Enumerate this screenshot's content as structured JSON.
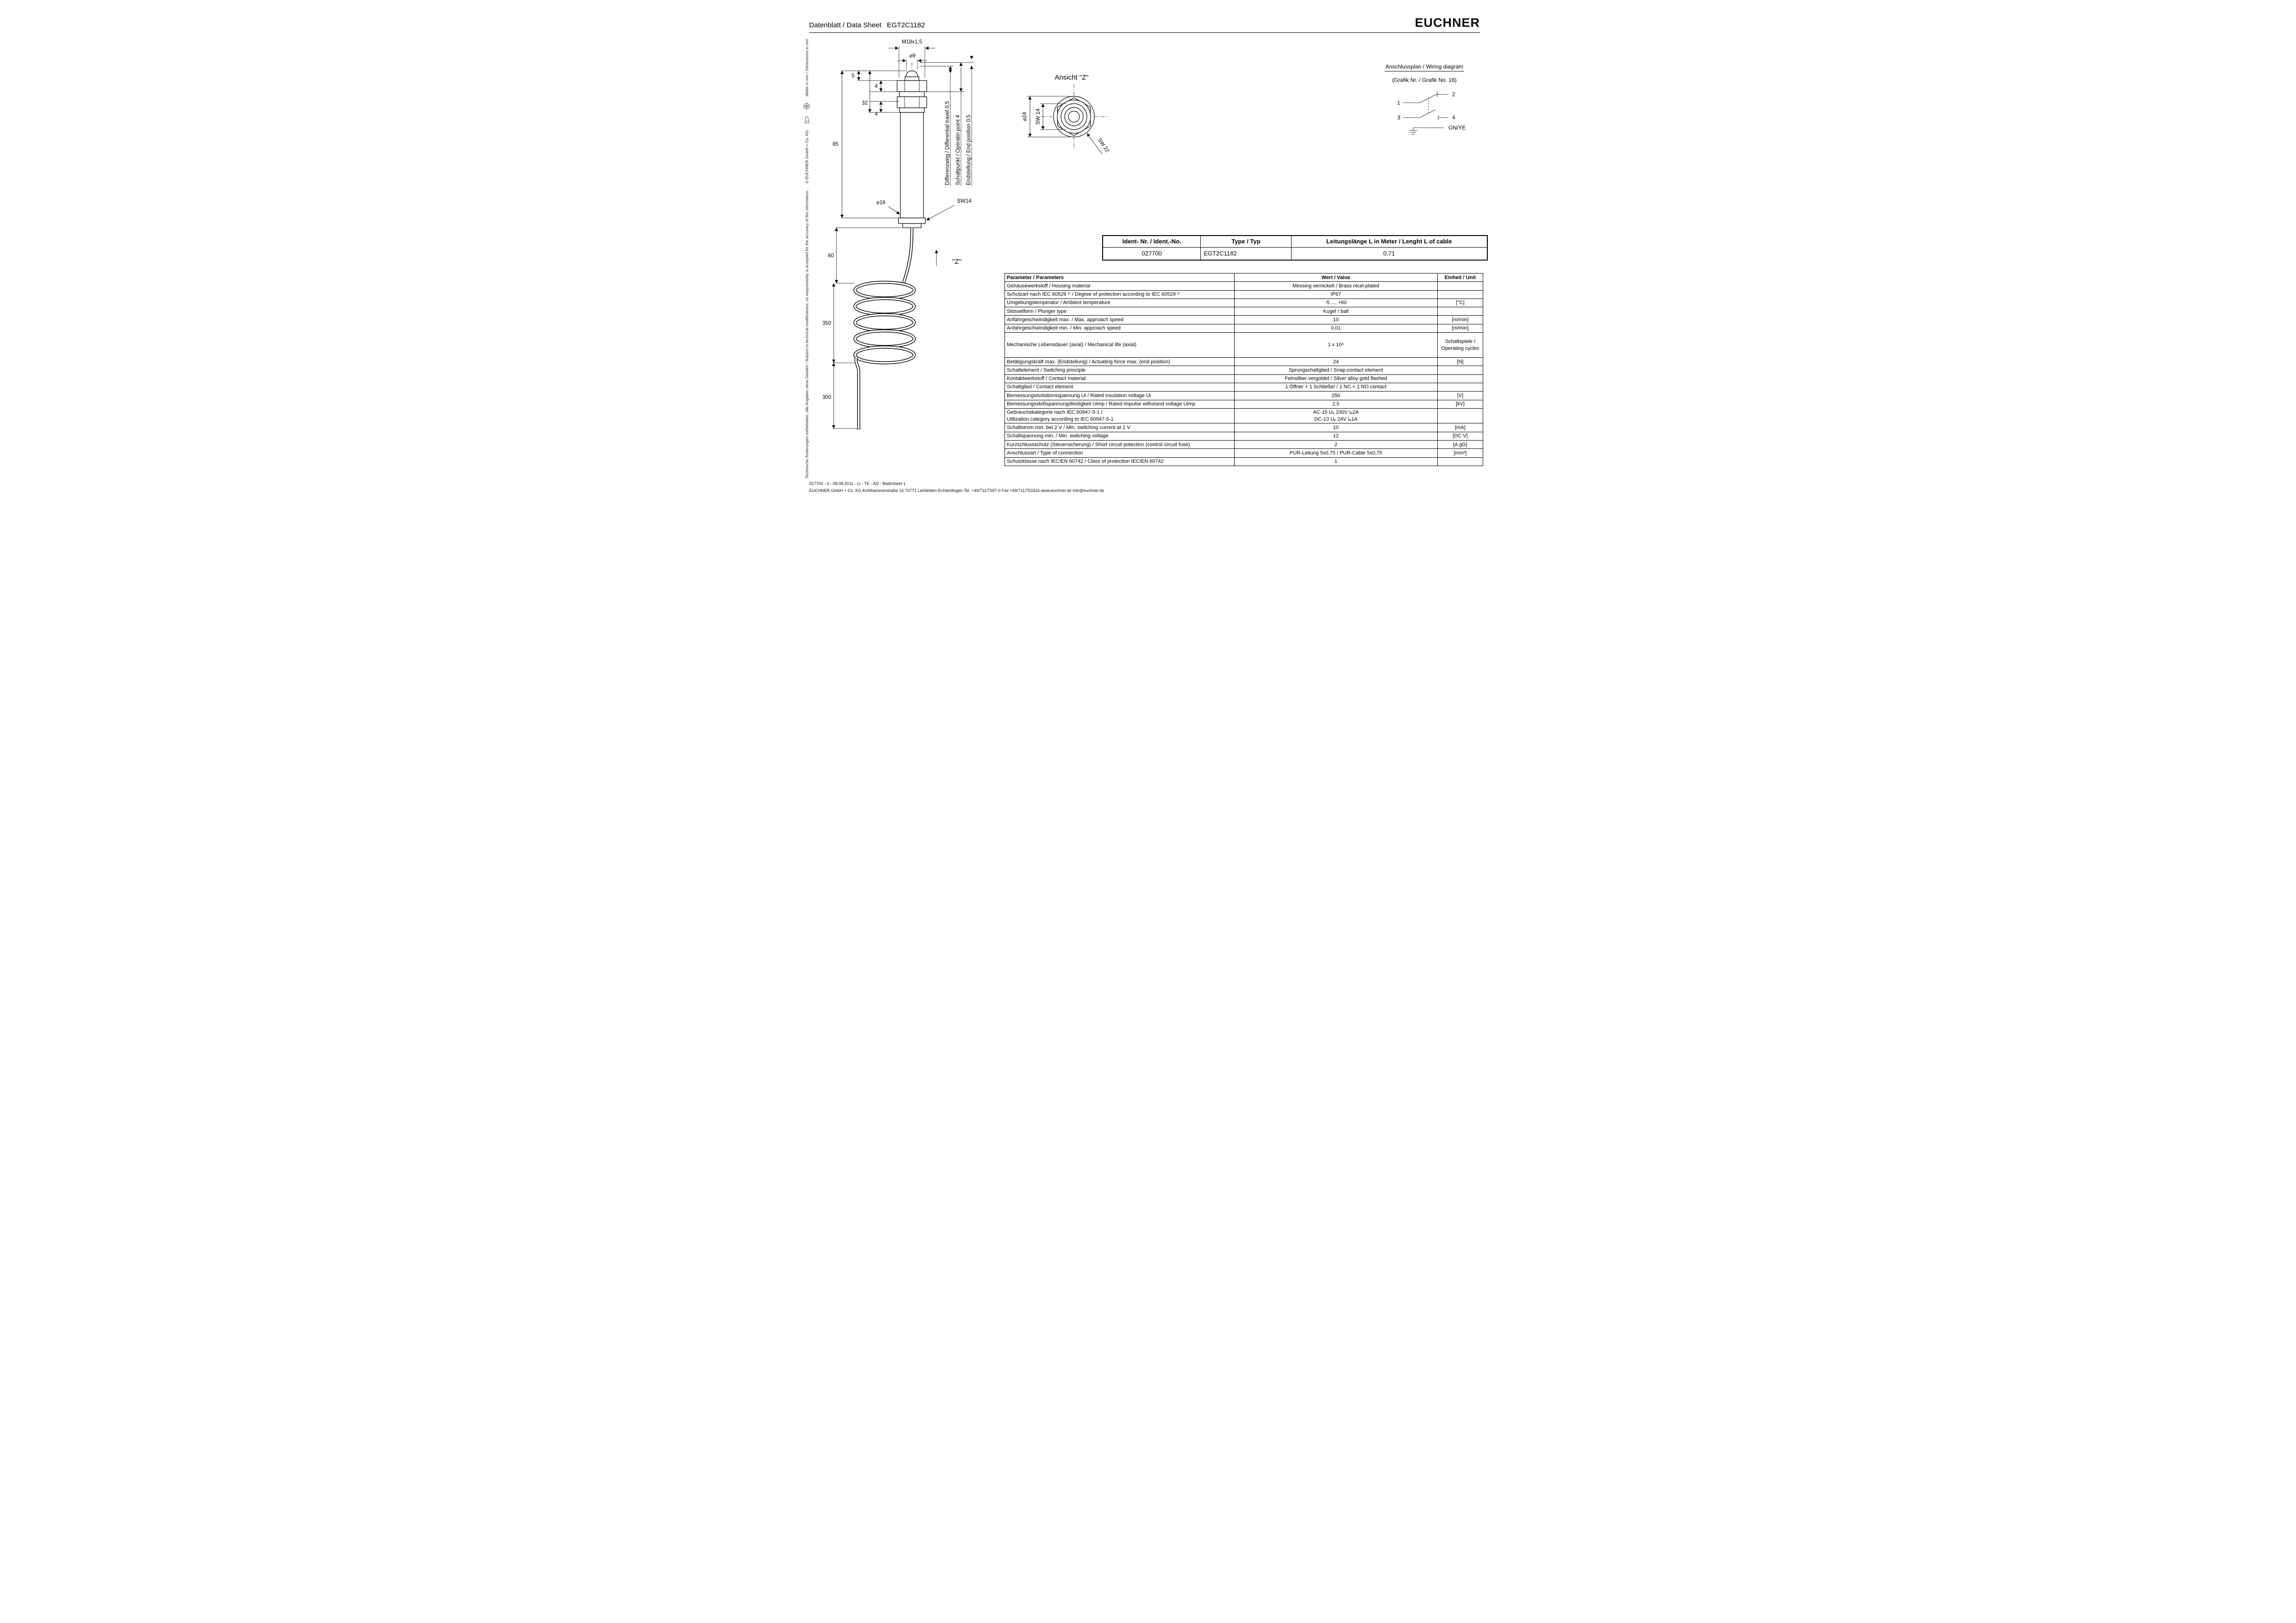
{
  "header": {
    "sheet_label": "Datenblatt / Data Sheet",
    "sheet_value": "EGT2C1182",
    "logo": "EUCHNER"
  },
  "side": {
    "disclaimer": "Technische Änderungen vorbehalten, alle Angaben ohne Gewähr / Subject to technical modifications;    no responsibility is accepted for the accuracy of this information.",
    "copyright": "© EUCHNER GmbH + Co. KG",
    "dimensions_note": "Maße in mm / Dimensions in mm"
  },
  "drawing": {
    "dims": {
      "m18": "M18x1,5",
      "d9": "⌀9",
      "d5": "5",
      "d4_top": "4",
      "d32": "32",
      "d4_bottom": "4",
      "d85": "85",
      "d16": "⌀16",
      "sw14": "SW14",
      "d60": "60",
      "d350": "350",
      "d300": "300"
    },
    "z_label": "\"Z\"",
    "travel_labels": [
      "Differenzweg / Differential travel    0,5",
      "Schaltpunkt / Operatin point    4",
      "Endstellung / End position    0,5"
    ]
  },
  "view_z": {
    "title": "Ansicht \"Z\"",
    "d24": "⌀24",
    "sw14": "SW 14",
    "sw22": "SW 22"
  },
  "wiring": {
    "title": "Anschlussplan / Wiring diagram",
    "subtitle": "(Grafik Nr. / Grafik No. 16)",
    "pin1": "1",
    "pin2": "2",
    "pin3": "3",
    "pin4": "4",
    "ground": "GN/YE"
  },
  "ident_table": {
    "headers": [
      "Ident- Nr. / Ident.-No.",
      "Type / Typ",
      "Leitungslänge L in Meter / Lenght L of cable"
    ],
    "row": [
      "027700",
      "EGT2C1182",
      "0,71"
    ]
  },
  "param_table": {
    "headers": [
      "Parameter / Parameters",
      "Wert / Value",
      "Einheit / Unit"
    ],
    "rows": [
      [
        "Gehäusewerkstoff / Housing material",
        "Messing vernickelt / Brass nicel-plated",
        ""
      ],
      [
        "Schutzart nach IEC 60529 ¹⁾ / Degree of protection according to IEC 60529 ¹⁾",
        "IP67",
        ""
      ],
      [
        "Umgebungstemperatur / Ambient temperature",
        "-5 .... +60",
        "[°C]"
      ],
      [
        "Stösselform / Plunger type",
        "Kugel / ball",
        ""
      ],
      [
        "Anfahrgeschwindigkeit max. / Max. approach speed",
        "10",
        "[m/min]"
      ],
      [
        "Anfahrgeschwindigkeit min. / Min. approach speed",
        "0,01",
        "[m/min]"
      ],
      [
        "Mechanische Lebensdauer (axial) / Mechanical life (axial)",
        "1 x 10⁶",
        "Schaltspiele /\nOperating cycles"
      ],
      [
        "Betätigungskraft max. (Endstellung) / Actuating force max. (end position)",
        "24",
        "[N]"
      ],
      [
        "Schaltelement / Switching principle",
        "Sprungschaltglied / Snap-contact element",
        ""
      ],
      [
        "Kontaktwerkstoff / Contact material",
        "Feinsilber vergoldet / Silver alloy gold flashed",
        ""
      ],
      [
        "Schaltglied / Contact element",
        "1 Öffner + 1 Schließer  /  1 NC + 1 NO contact",
        ""
      ],
      [
        "Bemessungsisolationsspannung Ui / Rated insulation voltage Ui",
        "250",
        "[V]"
      ],
      [
        "Bemessungsstoßspannungsfestigkeit Uimp / Rated impulse withstand voltage Uimp",
        "2,5",
        "[kV]"
      ],
      [
        "Gebrauchskategorie nach IEC 60947-5-1 /\nUtilization category according to IEC 60947-5-1",
        "AC-15  Uₑ 230V  Iₑ2A\nDC-13  Uₑ 24V  Iₑ1A",
        ""
      ],
      [
        "Schaltstrom min. bei 2 V / Min. switching current at 2 V",
        "10",
        "[mA]"
      ],
      [
        "Schaltspannung min. / Min. switching voltage",
        "12",
        "[DC V]"
      ],
      [
        "Kurzschlussschutz (Steuersicherung) / Short circuit potection (control circuit fuse)",
        "2",
        "[A gG]"
      ],
      [
        "Anschlussart / Type of connection",
        "PUR-Leitung 5x0,75  /  PUR-Cable 5x0,75",
        "[mm²]"
      ],
      [
        "Schutzklasse nach IEC/EN 60742  /  Class of protection IEC/EN 60742",
        "1",
        ""
      ]
    ]
  },
  "footer": {
    "line1": "027700 - 4 - 08.08.2011 - LI - TK - AD - Blatt/sheet  1",
    "line2": "EUCHNER GmbH + Co. KG   Kohlhammerstraße 16    70771 Leinfelden-Echterdingen      Tel. +49/711/7597-0   Fax +49/711/753316     www.euchner.de   info@euchner.de"
  }
}
